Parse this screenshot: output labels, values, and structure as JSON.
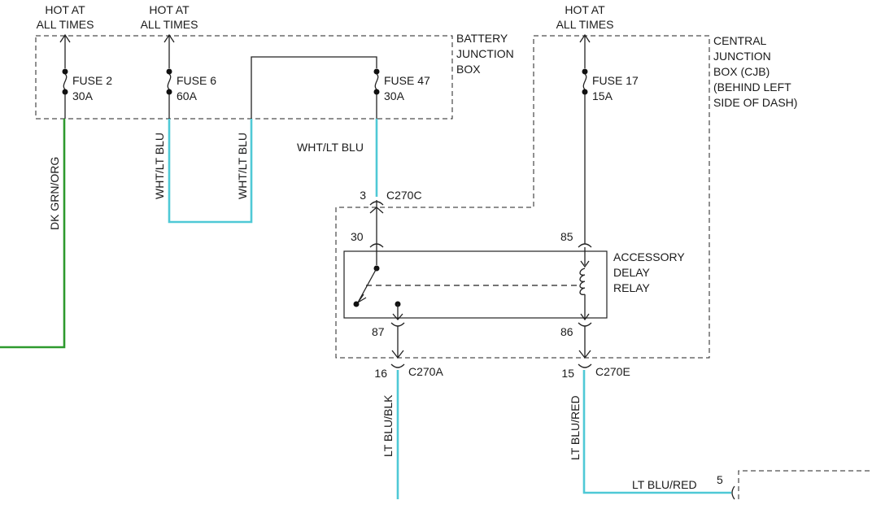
{
  "sources": {
    "hot_left_1": [
      "HOT AT",
      "ALL TIMES"
    ],
    "hot_left_2": [
      "HOT AT",
      "ALL TIMES"
    ],
    "hot_right": [
      "HOT AT",
      "ALL TIMES"
    ]
  },
  "battery_junction_box": {
    "label": [
      "BATTERY",
      "JUNCTION",
      "BOX"
    ]
  },
  "central_junction_box": {
    "label": [
      "CENTRAL",
      "JUNCTION",
      "BOX (CJB)",
      "(BEHIND LEFT",
      "SIDE OF DASH)"
    ]
  },
  "fuses": [
    {
      "name": "FUSE 2",
      "rating": "30A"
    },
    {
      "name": "FUSE 6",
      "rating": "60A"
    },
    {
      "name": "FUSE 47",
      "rating": "30A"
    },
    {
      "name": "FUSE 17",
      "rating": "15A"
    }
  ],
  "wires": {
    "dk_grn_org": "DK GRN/ORG",
    "wht_lt_blu_a": "WHT/LT BLU",
    "wht_lt_blu_b": "WHT/LT BLU",
    "wht_lt_blu_c": "WHT/LT BLU",
    "lt_blu_blk": "LT BLU/BLK",
    "lt_blu_red_vertical": "LT BLU/RED",
    "lt_blu_red_horizontal": "LT BLU/RED"
  },
  "connectors": {
    "c270c": {
      "name": "C270C",
      "pin": "3"
    },
    "c270a": {
      "name": "C270A",
      "pin": "16"
    },
    "c270e": {
      "name": "C270E",
      "pin": "15"
    },
    "right_edge": {
      "pin": "5"
    }
  },
  "relay": {
    "label": [
      "ACCESSORY",
      "DELAY",
      "RELAY"
    ],
    "pins": {
      "p30": "30",
      "p85": "85",
      "p87": "87",
      "p86": "86"
    }
  },
  "colors": {
    "green_wire": "#2e9a2e",
    "cyan_wire": "#4fc9d6",
    "line": "#222222"
  }
}
